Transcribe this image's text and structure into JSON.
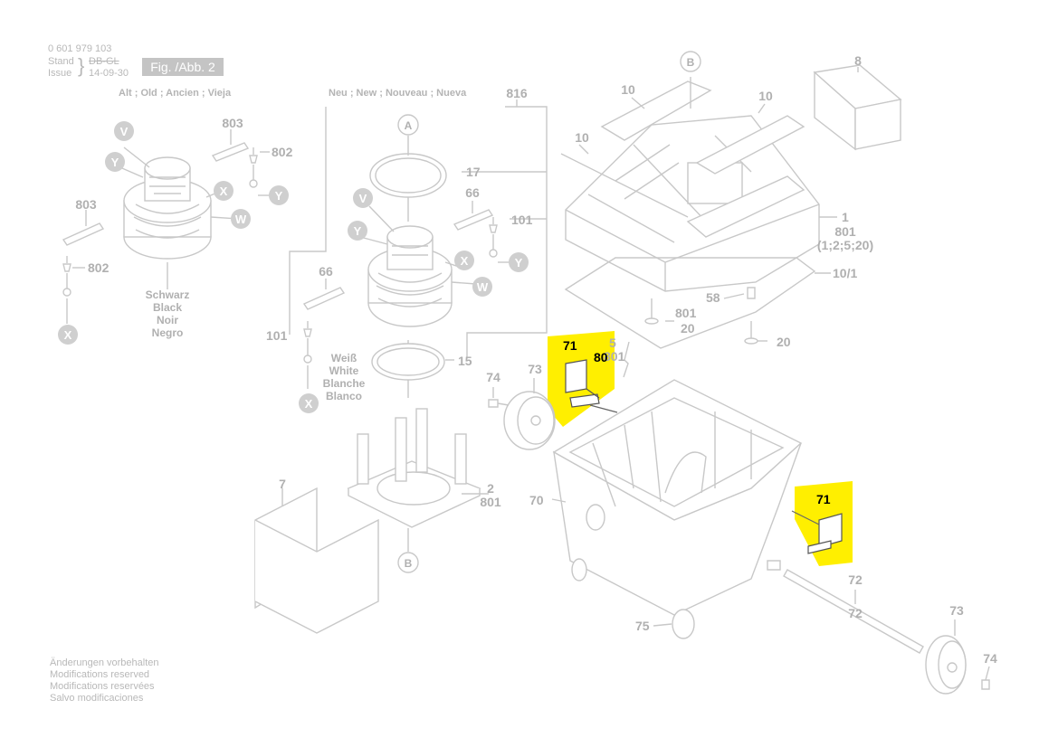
{
  "header": {
    "doc_number": "0 601 979 103",
    "stand_label": "Stand",
    "issue_label": "Issue",
    "stand_code": "DB-GL",
    "issue_date": "14-09-30",
    "figure": "Fig. /Abb. 2"
  },
  "captions": {
    "old": "Alt ; Old ; Ancien ; Vieja",
    "new": "Neu ; New ; Nouveau ; Nueva"
  },
  "color_labels": {
    "black": [
      "Schwarz",
      "Black",
      "Noir",
      "Negro"
    ],
    "white": [
      "Weiß",
      "White",
      "Blanche",
      "Blanco"
    ]
  },
  "footer": [
    "Änderungen vorbehalten",
    "Modifications reserved",
    "Modifications reservées",
    "Salvo modificaciones"
  ],
  "circle_labels": {
    "V": "V",
    "W": "W",
    "X": "X",
    "Y": "Y",
    "A": "A",
    "B": "B"
  },
  "part_numbers": {
    "p816": "816",
    "p803a": "803",
    "p802a": "802",
    "p803b": "803",
    "p802b": "802",
    "p17": "17",
    "p66a": "66",
    "p101a": "101",
    "p66b": "66",
    "p101b": "101",
    "p15": "15",
    "p7": "7",
    "p2": "2",
    "p801a": "801",
    "p10a": "10",
    "p10b": "10",
    "p10c": "10",
    "p8": "8",
    "p1": "1",
    "p801b": "801",
    "p1set": "(1;2;5;20)",
    "p10_1": "10/1",
    "p58": "58",
    "p801c": "801",
    "p20a": "20",
    "p20b": "20",
    "p5": "5",
    "p801d": "801",
    "p71a": "71",
    "p80": "80",
    "p74a": "74",
    "p73a": "73",
    "p70": "70",
    "p71b": "71",
    "p72a": "72",
    "p72b": "72",
    "p75": "75",
    "p73b": "73",
    "p74b": "74"
  },
  "highlight_color": "#ffef00"
}
